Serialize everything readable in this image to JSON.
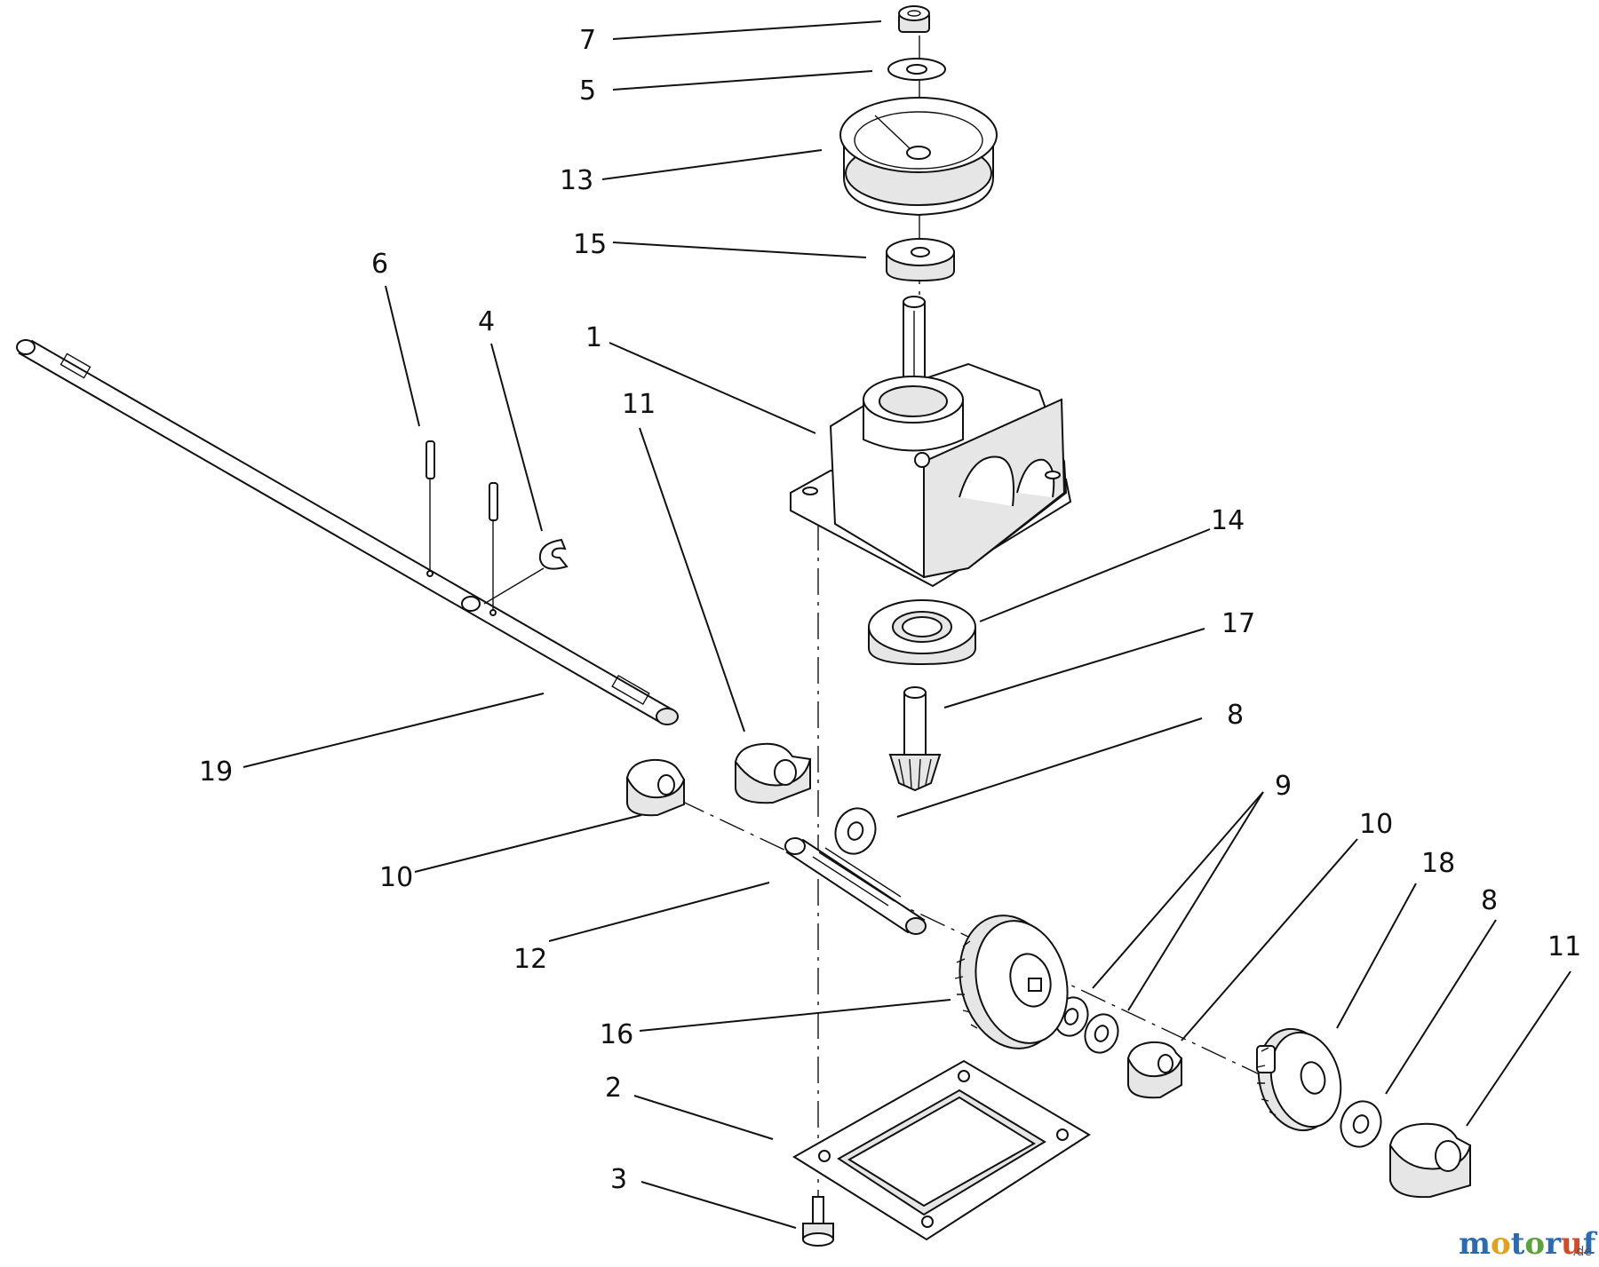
{
  "watermark": {
    "letters": [
      {
        "ch": "m",
        "color": "#2a6bb3"
      },
      {
        "ch": "o",
        "color": "#e2a11b"
      },
      {
        "ch": "t",
        "color": "#2a6bb3"
      },
      {
        "ch": "o",
        "color": "#5aa33a"
      },
      {
        "ch": "r",
        "color": "#2a6bb3"
      },
      {
        "ch": "u",
        "color": "#d14a2a"
      },
      {
        "ch": "f",
        "color": "#2a6bb3"
      }
    ],
    "suffix": ".de"
  },
  "callouts": [
    {
      "id": "c7a",
      "text": "7"
    },
    {
      "id": "c5",
      "text": "5"
    },
    {
      "id": "c13",
      "text": "13"
    },
    {
      "id": "c15",
      "text": "15"
    },
    {
      "id": "c6",
      "text": "6"
    },
    {
      "id": "c4",
      "text": "4"
    },
    {
      "id": "c1",
      "text": "1"
    },
    {
      "id": "c11a",
      "text": "11"
    },
    {
      "id": "c14",
      "text": "14"
    },
    {
      "id": "c17",
      "text": "17"
    },
    {
      "id": "c8a",
      "text": "8"
    },
    {
      "id": "c19",
      "text": "19"
    },
    {
      "id": "c10a",
      "text": "10"
    },
    {
      "id": "c9",
      "text": "9"
    },
    {
      "id": "c10b",
      "text": "10"
    },
    {
      "id": "c18",
      "text": "18"
    },
    {
      "id": "c8b",
      "text": "8"
    },
    {
      "id": "c11b",
      "text": "11"
    },
    {
      "id": "c12",
      "text": "12"
    },
    {
      "id": "c16",
      "text": "16"
    },
    {
      "id": "c2",
      "text": "2"
    },
    {
      "id": "c3",
      "text": "3"
    }
  ]
}
